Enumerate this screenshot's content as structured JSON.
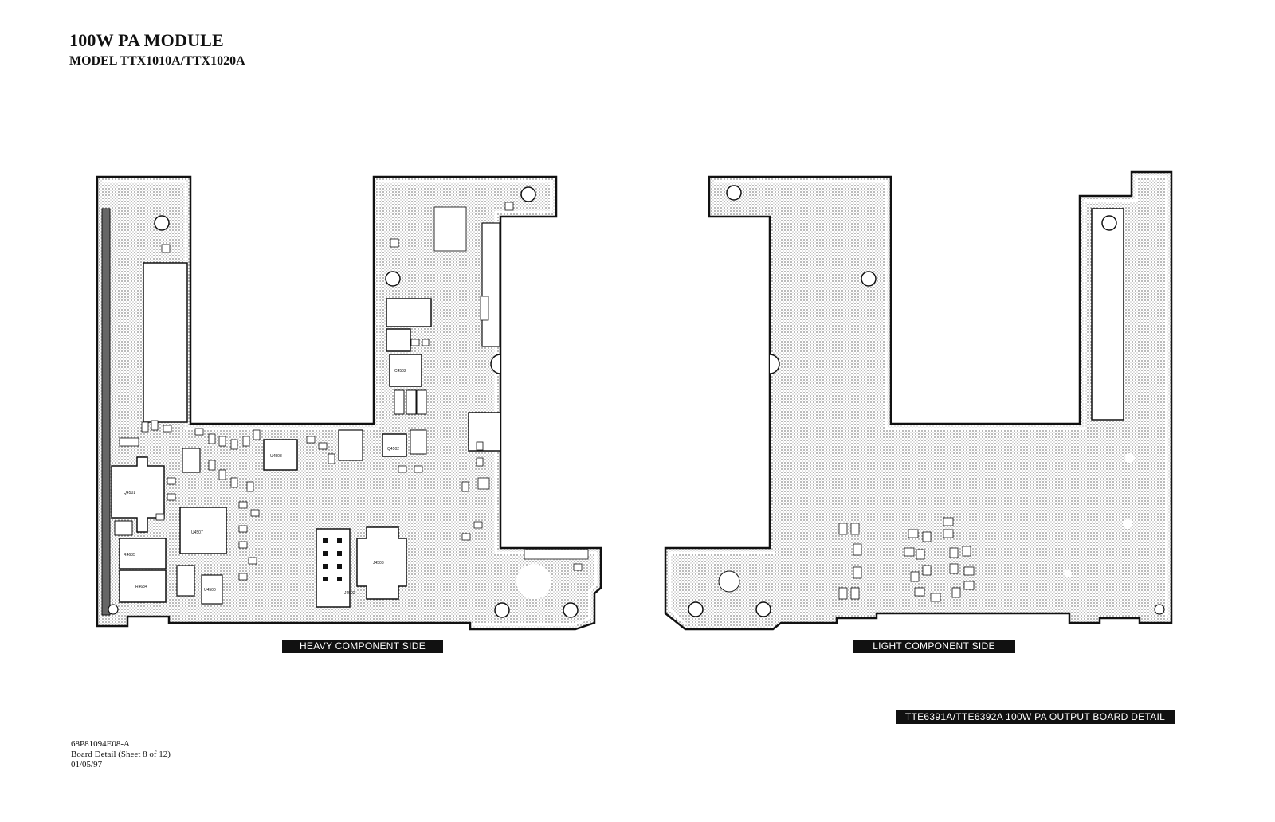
{
  "header": {
    "title": "100W PA MODULE",
    "model": "MODEL TTX1010A/TTX1020A"
  },
  "boards": {
    "heavy": {
      "label": "HEAVY COMPONENT SIDE",
      "component_refs": [
        "U4507",
        "U4508",
        "Q4501",
        "Q4502",
        "R4635",
        "R4634",
        "U4500",
        "C4502",
        "J4502",
        "J4503"
      ]
    },
    "light": {
      "label": "LIGHT COMPONENT SIDE"
    }
  },
  "board_detail_label": "TTE6391A/TTE6392A  100W PA  OUTPUT BOARD DETAIL",
  "footer": {
    "doc_number": "68P81094E08-A",
    "sheet": "Board Detail (Sheet 8 of 12)",
    "date": "01/05/97"
  },
  "colors": {
    "ink": "#111111",
    "copper_fill": "#d9d9d9",
    "paper": "#ffffff"
  }
}
